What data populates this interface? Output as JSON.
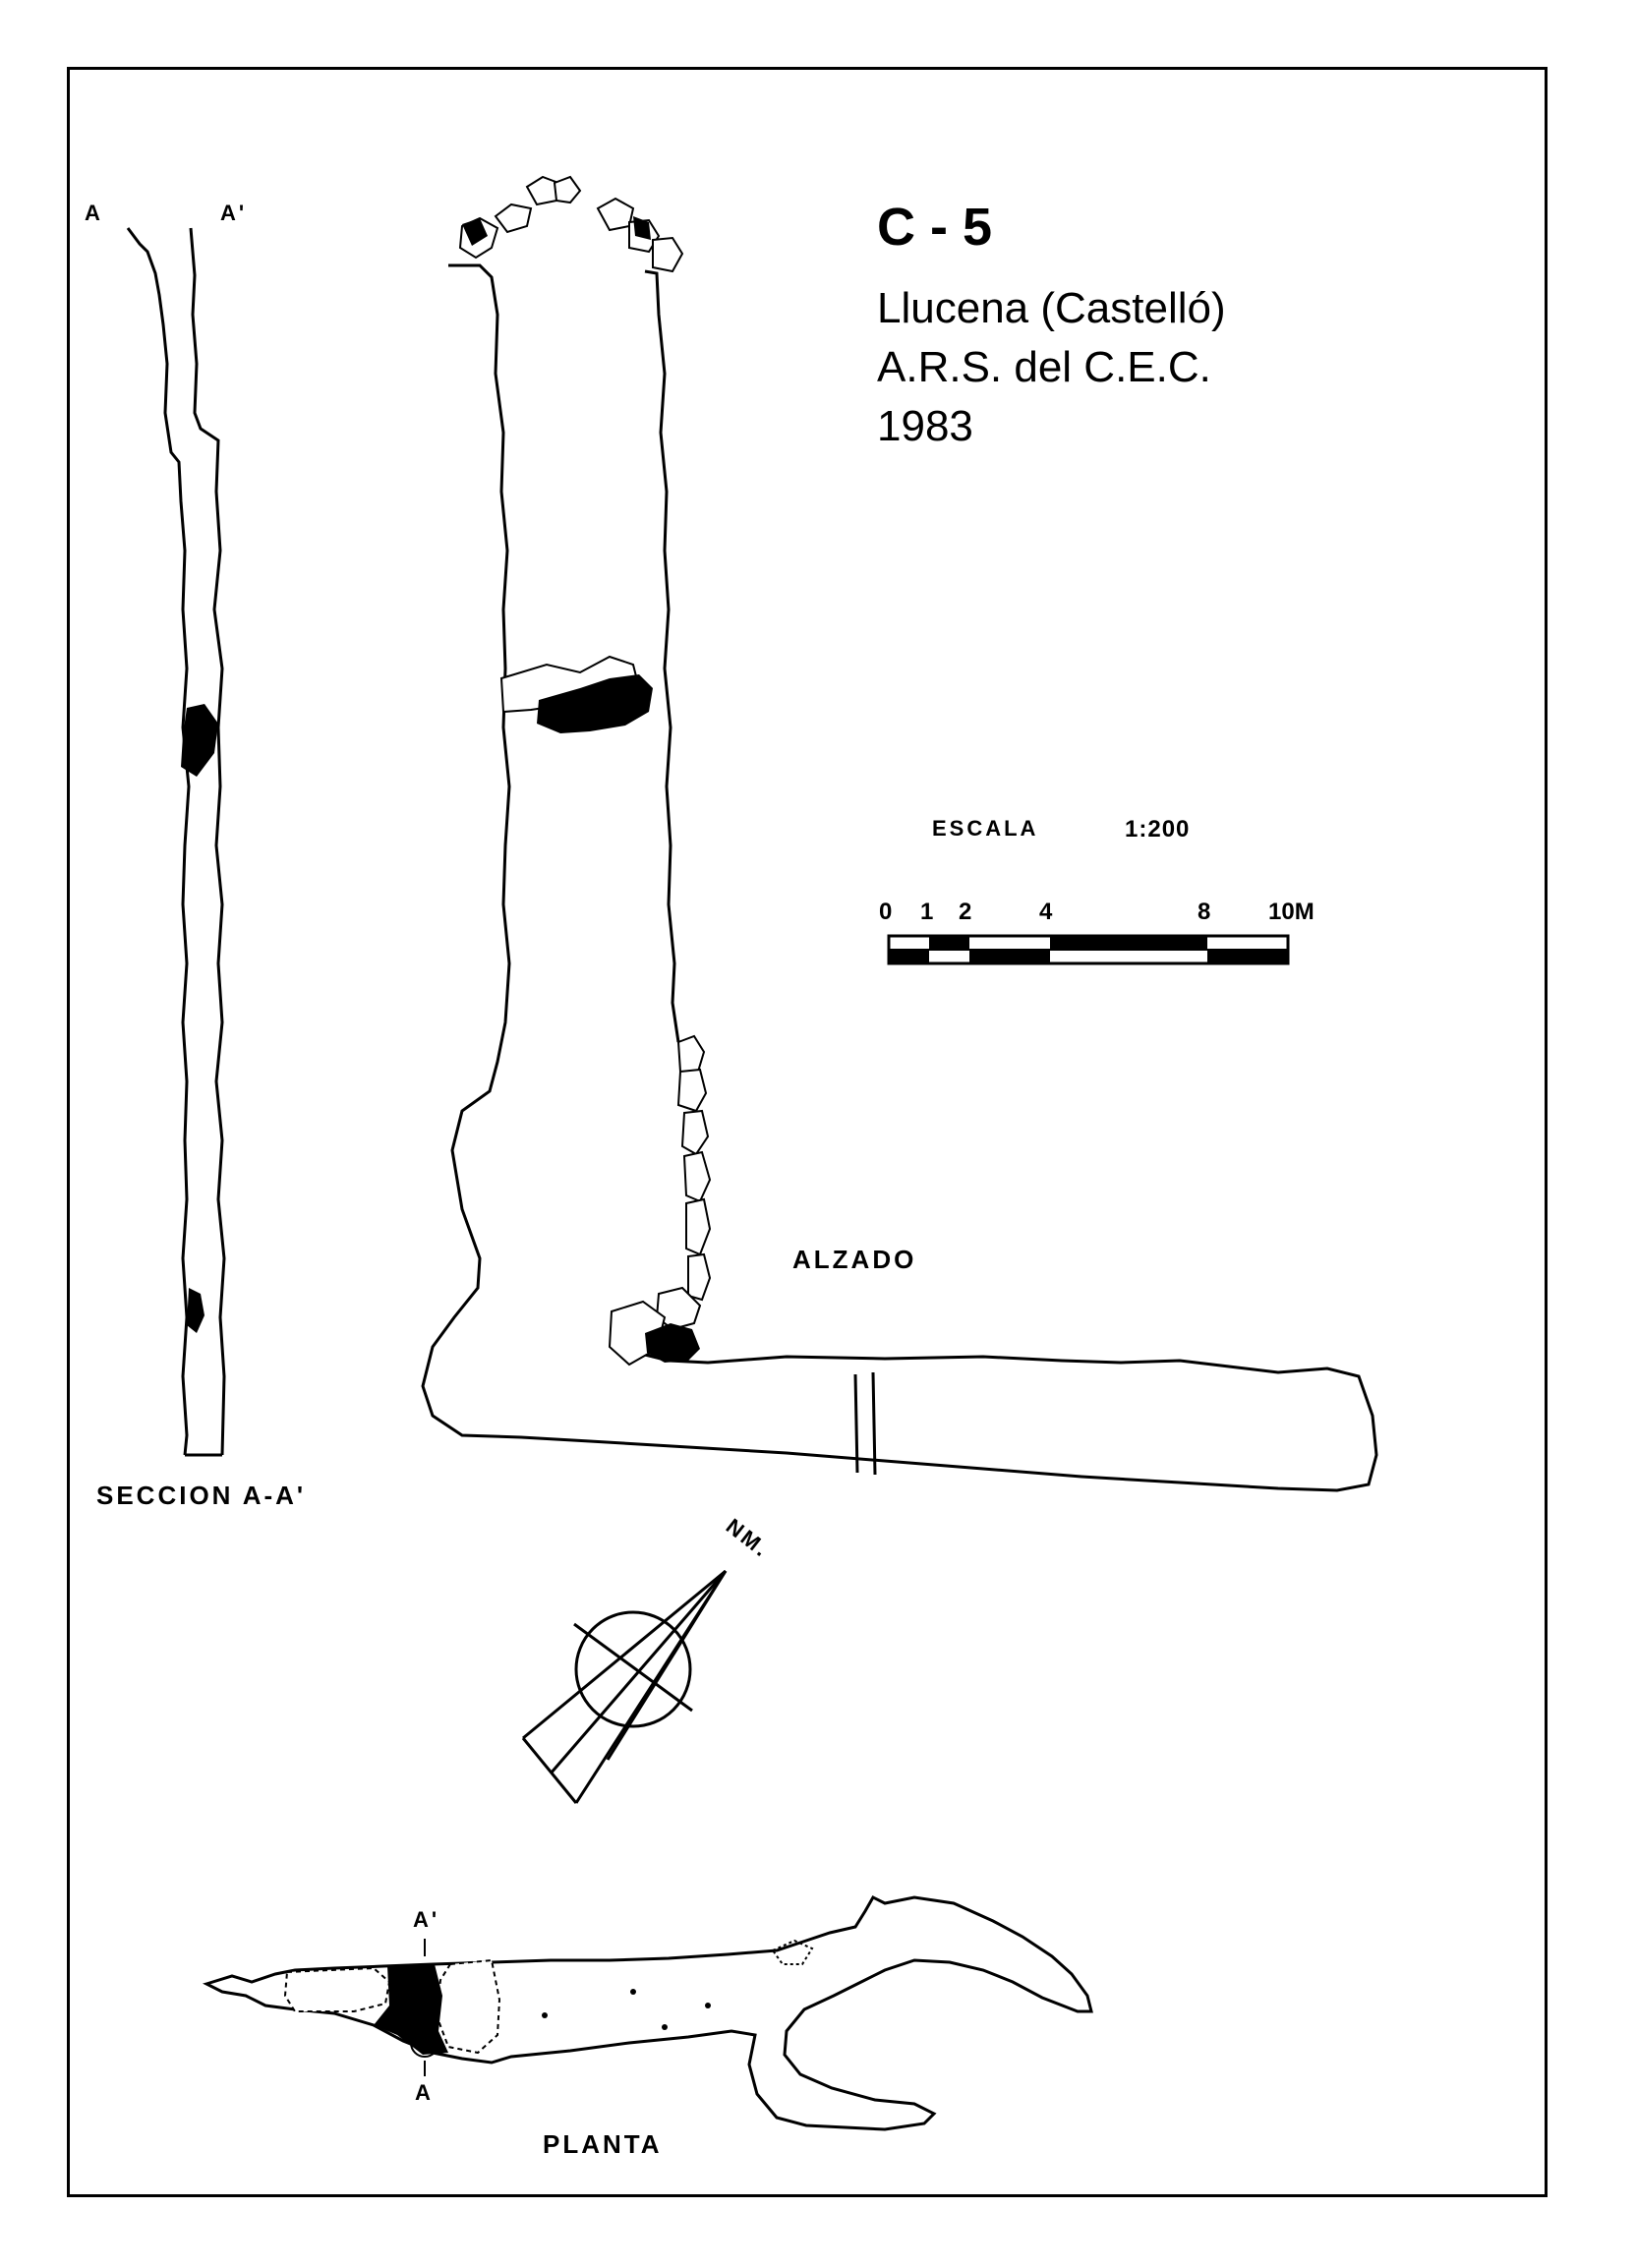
{
  "header": {
    "code": "C - 5",
    "location": "Llucena (Castelló)",
    "authors": "A.R.S. del C.E.C.",
    "year": "1983"
  },
  "scale": {
    "label": "ESCALA",
    "ratio": "1:200",
    "ticks": [
      "0",
      "1",
      "2",
      "4",
      "8",
      "10M"
    ]
  },
  "views": {
    "section": "SECCION A-A'",
    "elevation": "ALZADO",
    "plan": "PLANTA"
  },
  "markers": {
    "a": "A",
    "a_prime": "A'",
    "north": "NM."
  }
}
